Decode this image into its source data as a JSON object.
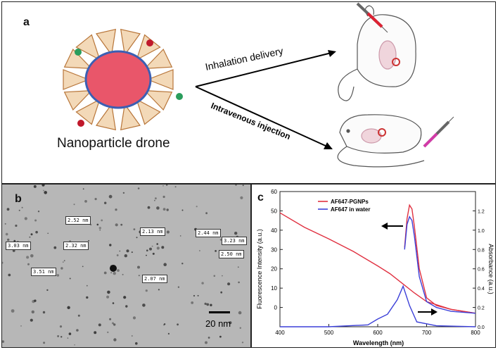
{
  "panel_a": {
    "label": "a",
    "particle_caption": "Nanoparticle drone",
    "route_top": "Inhalation delivery",
    "route_bottom": "Intravenous injection"
  },
  "panel_b": {
    "label": "b",
    "measurements": [
      "2.52 nm",
      "2.13 nm",
      "2.44 nm",
      "3.23 nm",
      "3.03 nm",
      "2.32 nm",
      "2.50 nm",
      "3.51 nm",
      "2.07 nm"
    ],
    "scale_bar": "20 nm"
  },
  "panel_c": {
    "label": "c",
    "chart_data": {
      "type": "line",
      "xlabel": "Wavelength (nm)",
      "ylabel_left": "Fluorescence Intensity (a.u.)",
      "ylabel_right": "Absorbance (a.u.)",
      "xlim": [
        400,
        800
      ],
      "ylim_left": [
        -10,
        60
      ],
      "ylim_right": [
        0.0,
        1.4
      ],
      "x_ticks": [
        "400",
        "500",
        "600",
        "700",
        "800"
      ],
      "y_left_ticks": [
        "0",
        "10",
        "20",
        "30",
        "40",
        "50",
        "60"
      ],
      "y_right_ticks": [
        "0.0",
        "0.2",
        "0.4",
        "0.6",
        "0.8",
        "1.0",
        "1.2"
      ],
      "legend": [
        "AF647-PGNPs",
        "AF647 in water"
      ],
      "legend_position": "top-center",
      "series": [
        {
          "name": "AF647-PGNPs",
          "color": "#e03040",
          "role": "absorbance",
          "x": [
            400,
            450,
            500,
            550,
            600,
            625,
            650,
            675,
            700,
            750,
            800
          ],
          "y": [
            1.18,
            1.03,
            0.91,
            0.78,
            0.63,
            0.55,
            0.45,
            0.35,
            0.26,
            0.18,
            0.14
          ]
        },
        {
          "name": "AF647 in water",
          "color": "#3b3fd8",
          "role": "absorbance",
          "x": [
            400,
            500,
            580,
            600,
            620,
            640,
            652,
            665,
            680,
            720,
            800
          ],
          "y": [
            0.0,
            0.0,
            0.02,
            0.08,
            0.13,
            0.28,
            0.42,
            0.22,
            0.05,
            0.01,
            0.0
          ]
        },
        {
          "name": "AF647-PGNPs",
          "color": "#e03040",
          "role": "fluorescence",
          "x": [
            655,
            660,
            665,
            670,
            675,
            685,
            700,
            720,
            750,
            800
          ],
          "y": [
            31,
            46,
            53,
            51,
            42,
            20,
            5,
            1,
            -1,
            -3
          ]
        },
        {
          "name": "AF647 in water",
          "color": "#3b3fd8",
          "role": "fluorescence",
          "x": [
            655,
            660,
            665,
            670,
            675,
            685,
            700,
            720,
            750,
            800
          ],
          "y": [
            30,
            43,
            47,
            45,
            37,
            16,
            3,
            0,
            -2,
            -3
          ]
        }
      ]
    }
  }
}
